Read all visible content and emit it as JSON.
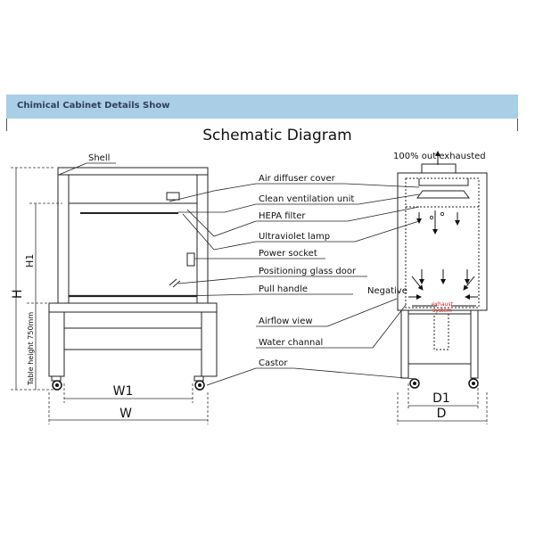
{
  "header": {
    "title": "Chimical Cabinet Details Show",
    "accent": "#a9cee6"
  },
  "diagram": {
    "title": "Schematic Diagram",
    "shell": "Shell",
    "exhaust_top": "100% out exhausted",
    "callouts": [
      "Air diffuser cover",
      "Clean ventilation unit",
      "HEPA filter",
      "Ultraviolet lamp",
      "Power socket",
      "Positioning glass door",
      "Pull handle",
      "Airflow view",
      "Water channal",
      "Castor"
    ],
    "negative": "Negative",
    "exhaust_system": [
      "exhaust",
      "system"
    ],
    "dims": {
      "h": "H",
      "h1": "H1",
      "table_height": "Table height 750mm",
      "w1": "W1",
      "w": "W",
      "d1": "D1",
      "d": "D"
    }
  }
}
